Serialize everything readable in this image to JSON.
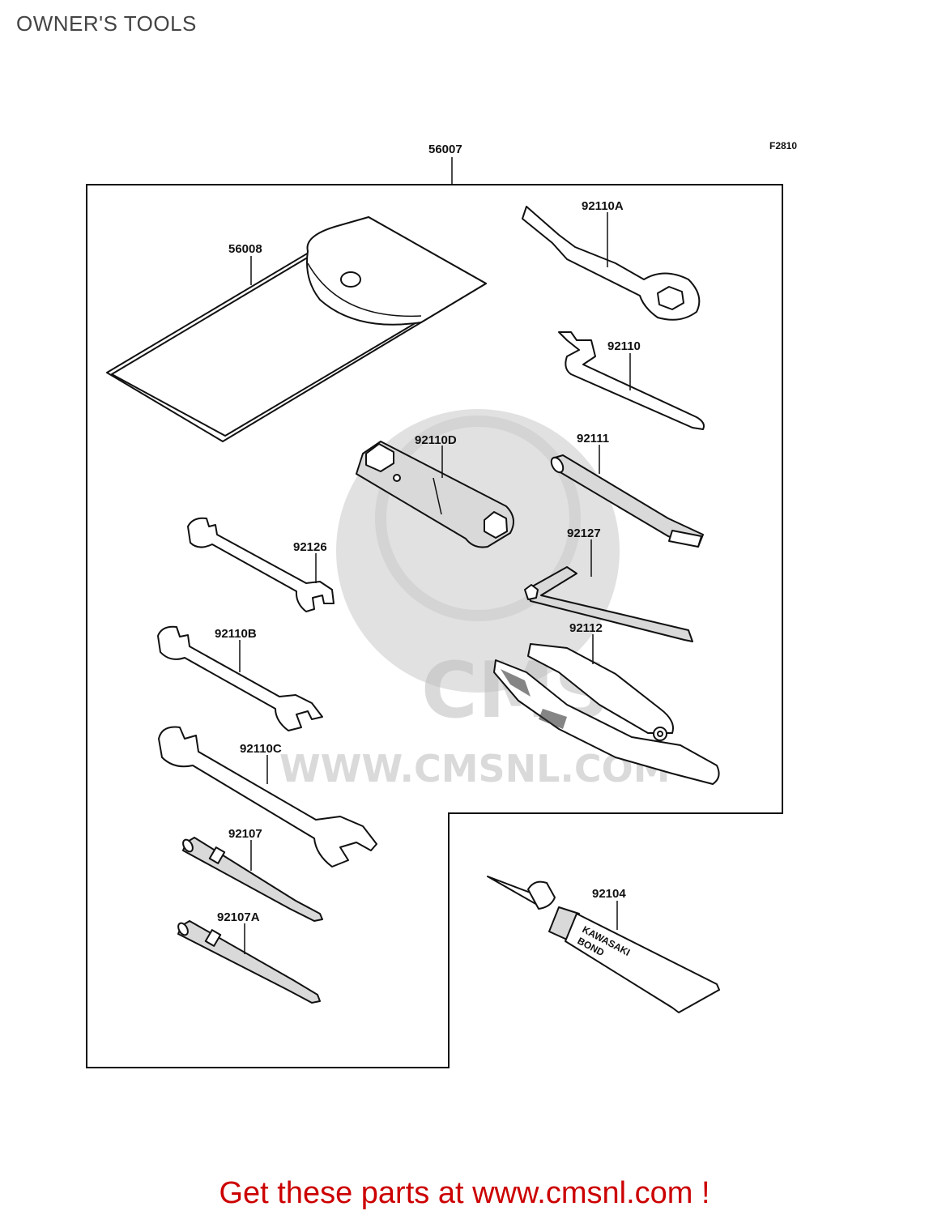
{
  "header": {
    "title": "OWNER'S TOOLS"
  },
  "figure_code": "F2810",
  "parts": {
    "kit": "56007",
    "bag": "56008",
    "wrench_ring": "92110A",
    "hook_wrench": "92110",
    "box_wrench": "92110D",
    "handle_bar": "92111",
    "hex_key": "92127",
    "pliers": "92112",
    "wrench_small": "92126",
    "wrench_medium": "92110B",
    "wrench_large": "92110C",
    "screwdriver": "92107",
    "screwdriver_alt": "92107A",
    "bond_tube": "92104"
  },
  "tube_print": {
    "line1": "KAWASAKI",
    "line2": "BOND"
  },
  "watermark": {
    "brand": "CMS",
    "url": "WWW.CMSNL.COM"
  },
  "footer": {
    "text": "Get these parts at www.cmsnl.com !"
  },
  "colors": {
    "footer": "#cc0000",
    "line": "#111111",
    "watermark": "#bdbdbd"
  }
}
